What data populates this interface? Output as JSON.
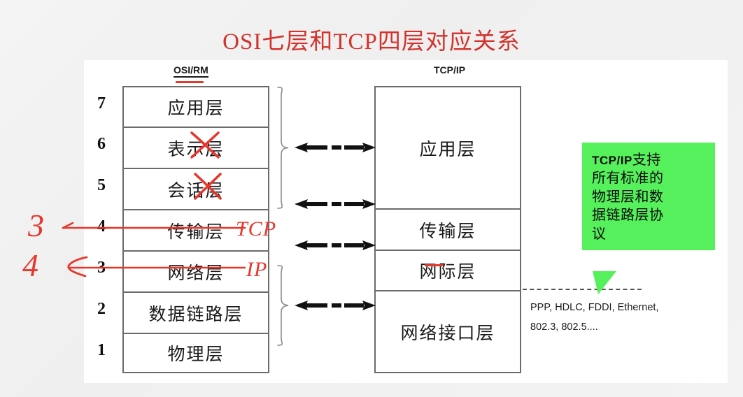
{
  "title": "OSI七层和TCP四层对应关系",
  "panel": {
    "osi": {
      "header": "OSI/RM",
      "header_underline_color": "#e23b2e",
      "layers": [
        {
          "num": "7",
          "label": "应用层",
          "struck": false
        },
        {
          "num": "6",
          "label": "表示层",
          "struck": true
        },
        {
          "num": "5",
          "label": "会话层",
          "struck": true
        },
        {
          "num": "4",
          "label": "传输层",
          "struck": false
        },
        {
          "num": "3",
          "label": "网络层",
          "struck": false
        },
        {
          "num": "2",
          "label": "数据链路层",
          "struck": false
        },
        {
          "num": "1",
          "label": "物理层",
          "struck": false
        }
      ]
    },
    "tcpip": {
      "header": "TCP/IP",
      "layers": [
        {
          "label": "应用层",
          "underlined": false
        },
        {
          "label": "传输层",
          "underlined": false
        },
        {
          "label": "网际层",
          "underlined": true
        },
        {
          "label": "网络接口层",
          "underlined": false
        }
      ]
    },
    "callout": {
      "background": "#55f05b",
      "lines": [
        "TCP/IP支持",
        "所有标准的",
        "物理层和数",
        "据链路层协",
        "议"
      ],
      "line_one_latin": "TCP/IP",
      "line_one_cjk": "支持"
    },
    "protocols": {
      "line1": "PPP, HDLC, FDDI, Ethernet,",
      "line2": "802.3, 802.5...."
    }
  },
  "annotations": {
    "ink_color": "#e8362b",
    "digit_for_layer4": "3",
    "digit_for_layer3": "4",
    "word_layer4": "TCP",
    "word_layer3": "IP"
  }
}
